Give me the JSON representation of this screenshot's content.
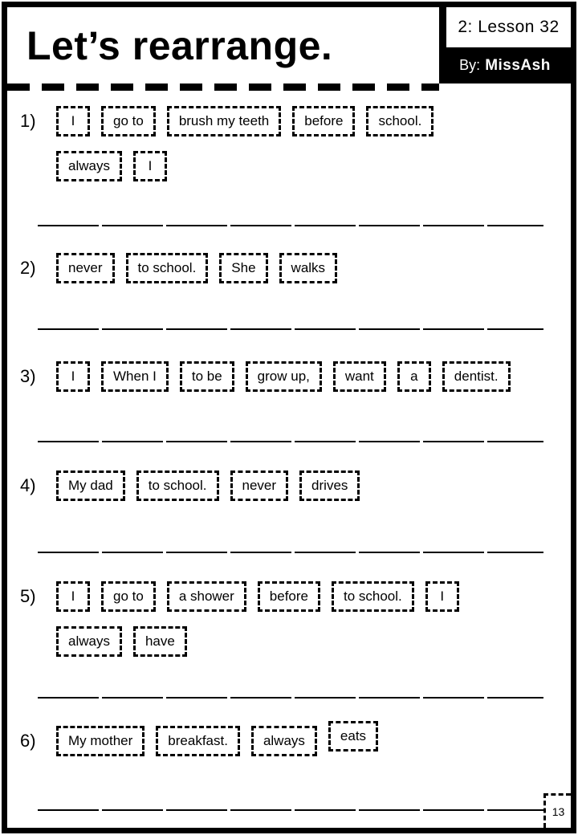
{
  "header": {
    "title": "Let’s rearrange.",
    "lesson": "2: Lesson 32",
    "by_label": "By:",
    "author": "MissAsh"
  },
  "exercises": [
    {
      "number": "1)",
      "rows": [
        [
          "I",
          "go to",
          "brush my teeth",
          "before",
          "school."
        ],
        [
          "always",
          "I"
        ]
      ]
    },
    {
      "number": "2)",
      "rows": [
        [
          "never",
          "to school.",
          "She",
          "walks"
        ]
      ]
    },
    {
      "number": "3)",
      "rows": [
        [
          "I",
          "When I",
          "to be",
          "grow up,",
          "want",
          "a",
          "dentist."
        ]
      ]
    },
    {
      "number": "4)",
      "rows": [
        [
          "My dad",
          "to school.",
          "never",
          "drives"
        ]
      ]
    },
    {
      "number": "5)",
      "rows": [
        [
          "I",
          "go to",
          "a shower",
          "before",
          "to school.",
          "I"
        ],
        [
          "always",
          "have"
        ]
      ]
    },
    {
      "number": "6)",
      "rows": [
        [
          "My mother",
          "breakfast.",
          "always",
          "eats"
        ]
      ]
    }
  ],
  "page": {
    "page_number": "13"
  },
  "colors": {
    "ink": "#000000",
    "paper": "#ffffff"
  }
}
